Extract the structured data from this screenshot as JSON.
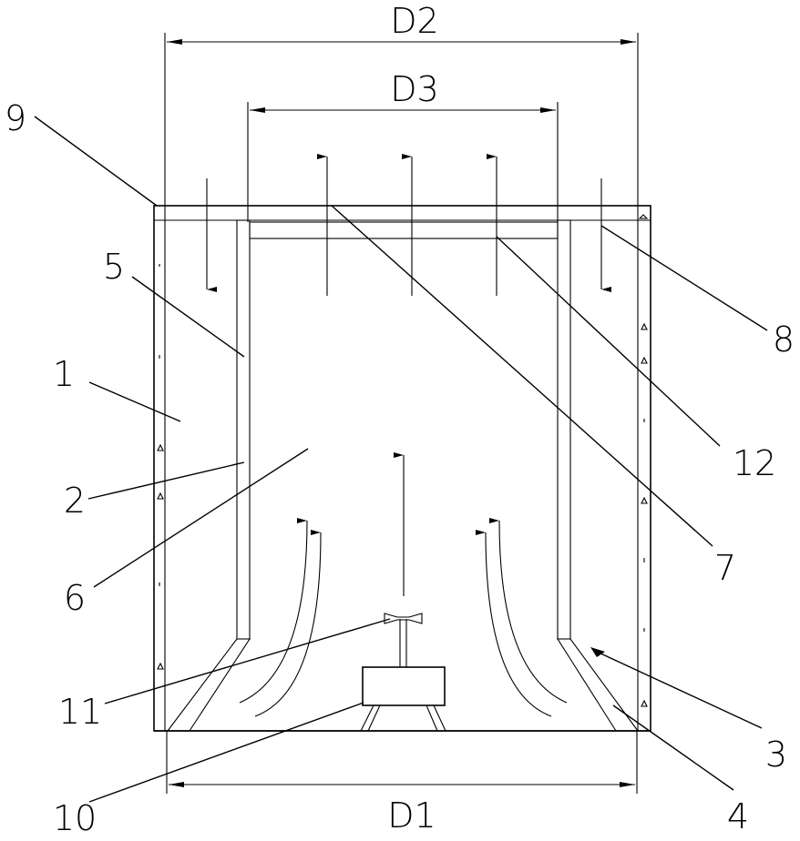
{
  "dimensions": {
    "bottom": "D1",
    "outer_top": "D2",
    "inner_top": "D3"
  },
  "part_labels": [
    "1",
    "2",
    "3",
    "4",
    "5",
    "6",
    "7",
    "8",
    "9",
    "10",
    "11",
    "12"
  ]
}
